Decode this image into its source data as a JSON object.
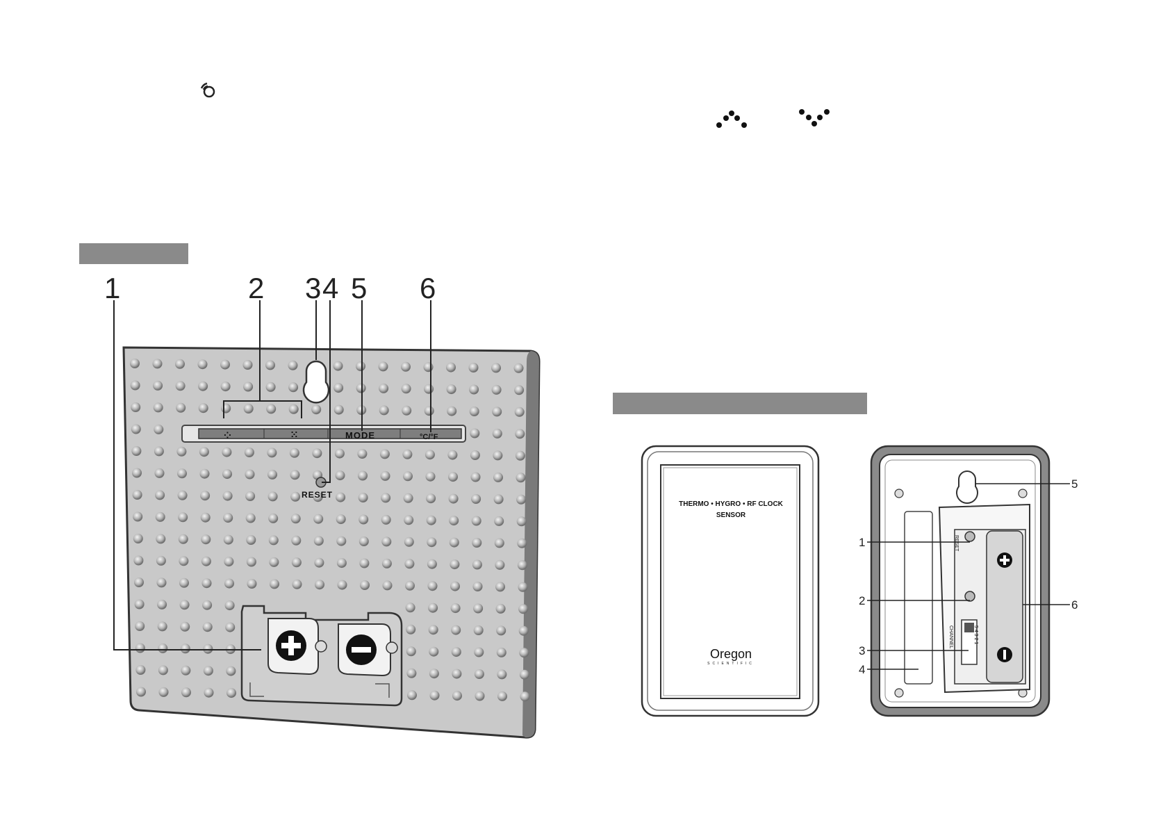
{
  "icons": {
    "top_left": "signal-reception-icon",
    "up": "up-arrow-dots-icon",
    "down": "down-arrow-dots-icon"
  },
  "colors": {
    "section_bar": "#8a8a8a",
    "device_body": "#c9c9c9",
    "outline": "#333333"
  },
  "main_unit": {
    "callouts": [
      "1",
      "2",
      "3",
      "4",
      "5",
      "6"
    ],
    "button_labels": {
      "mode": "MODE",
      "unit": "°C/°F",
      "reset": "RESET"
    }
  },
  "sensor": {
    "front_text_line1": "THERMO • HYGRO • RF CLOCK",
    "front_text_line2": "SENSOR",
    "brand": "Oregon",
    "brand_sub": "SCIENTIFIC",
    "callouts": [
      "1",
      "2",
      "3",
      "4",
      "5",
      "6"
    ],
    "switch_labels": {
      "reset": "RESET",
      "channel": "CHANNEL",
      "channel_numbers": "5 4 3 2 1"
    }
  }
}
